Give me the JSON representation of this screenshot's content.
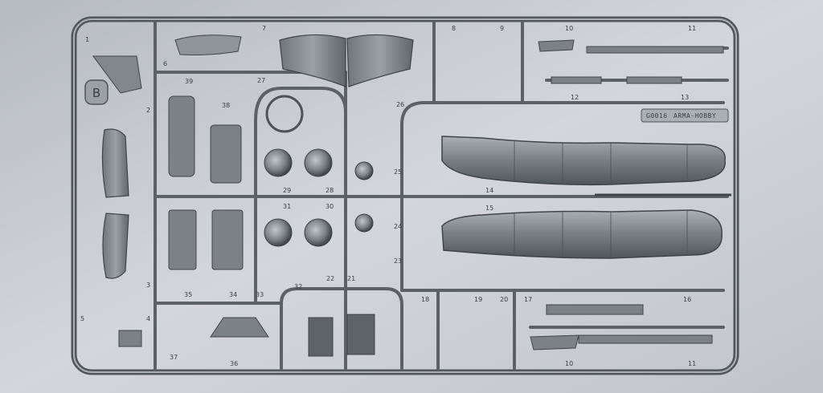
{
  "photo": {
    "sprue_letter": "B",
    "kit_code": "G0016",
    "manufacturer": "ARMA-HOBBY",
    "colors": {
      "background": "#c9cfd3",
      "plastic": "#7f878b",
      "plastic_dark": "#4d5458",
      "plastic_light": "#b3babe"
    },
    "part_numbers": [
      "1",
      "2",
      "3",
      "4",
      "5",
      "6",
      "7",
      "8",
      "9",
      "10",
      "11",
      "12",
      "13",
      "14",
      "15",
      "16",
      "17",
      "18",
      "19",
      "20",
      "21",
      "22",
      "23",
      "24",
      "25",
      "26",
      "27",
      "28",
      "29",
      "30",
      "31",
      "32",
      "33",
      "34",
      "35",
      "36",
      "37",
      "38",
      "39"
    ]
  }
}
